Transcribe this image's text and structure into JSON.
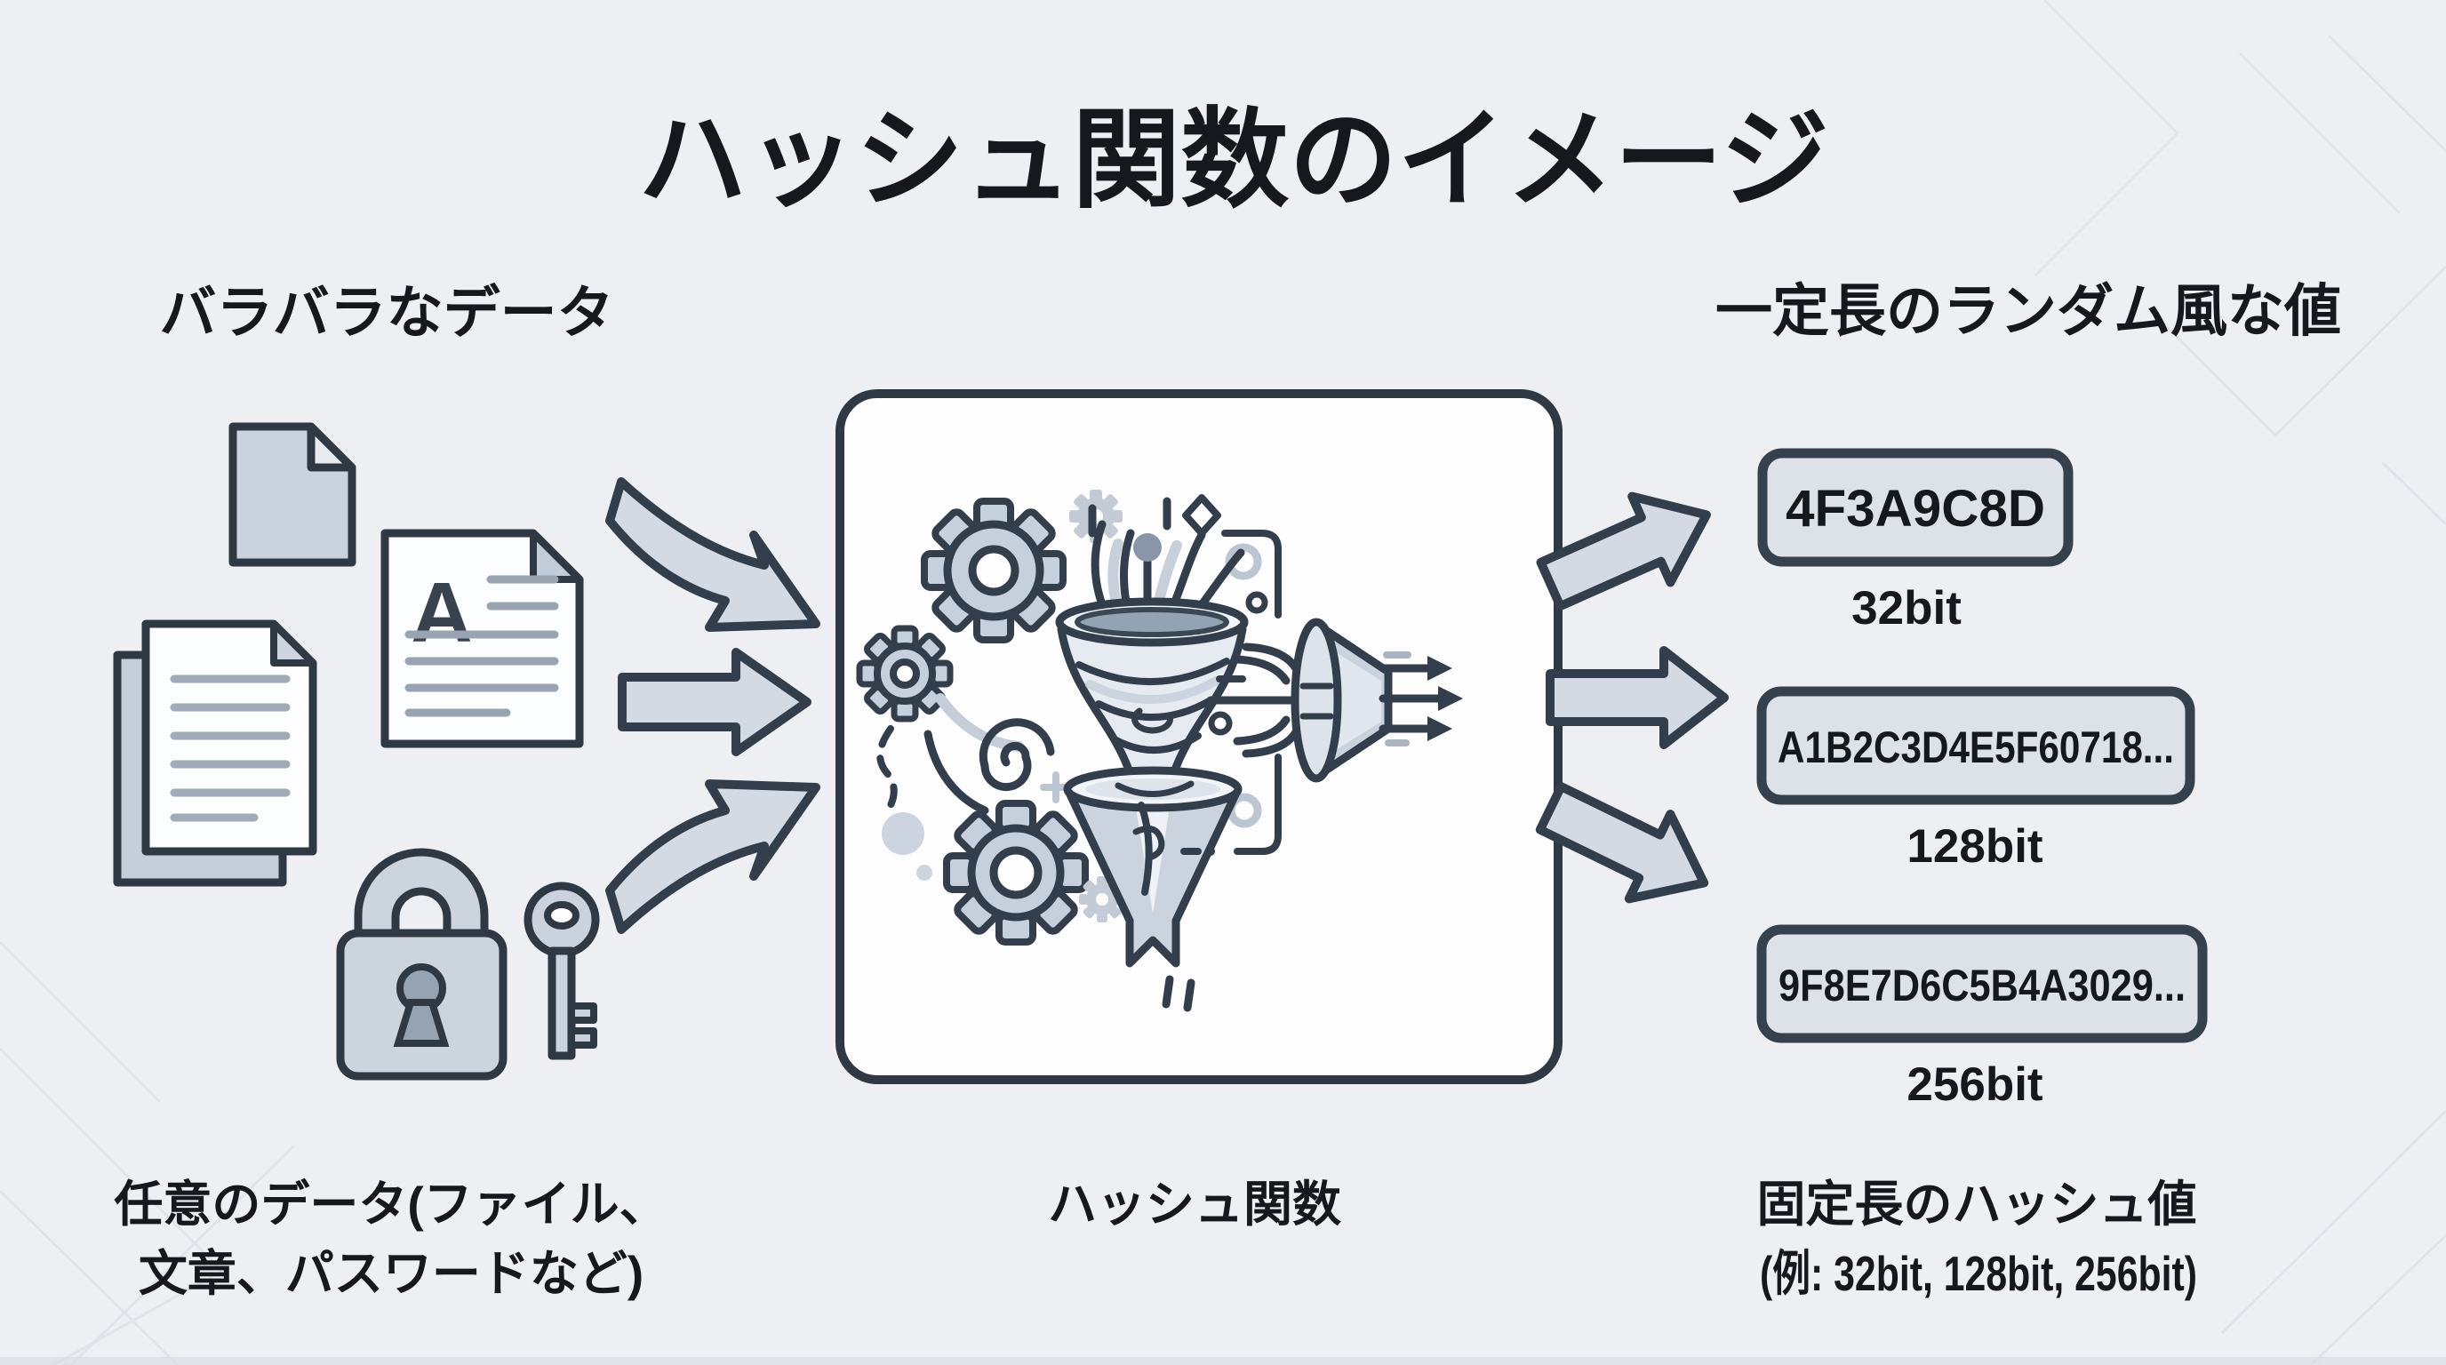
{
  "title": "ハッシュ関数のイメージ",
  "colors": {
    "background": "#edeff3",
    "outline": "#323e4b",
    "panel_fill": "#fdfdfe",
    "icon_fill": "#c9d2dd",
    "arrow_fill": "#d3dae3",
    "hash_box_fill": "#dde2e9",
    "hash_box_border": "#36414e",
    "text": "#15181c"
  },
  "input": {
    "label": "バラバラなデータ",
    "caption_line1": "任意のデータ(ファイル、",
    "caption_line2": "文章、パスワードなど)",
    "document_letter": "A",
    "icons": [
      "blank-document",
      "text-document",
      "stacked-documents",
      "padlock",
      "key"
    ]
  },
  "process": {
    "label": "ハッシュ関数",
    "illustration": [
      "gears",
      "vortex-funnel",
      "output-horn"
    ]
  },
  "output": {
    "label": "一定長のランダム風な値",
    "caption_line1": "固定長のハッシュ値",
    "caption_line2": "(例: 32bit, 128bit, 256bit)",
    "hashes": [
      {
        "value": "4F3A9C8D",
        "bits": "32bit"
      },
      {
        "value": "A1B2C3D4E5F60718...",
        "bits": "128bit"
      },
      {
        "value": "9F8E7D6C5B4A3029...",
        "bits": "256bit"
      }
    ]
  }
}
